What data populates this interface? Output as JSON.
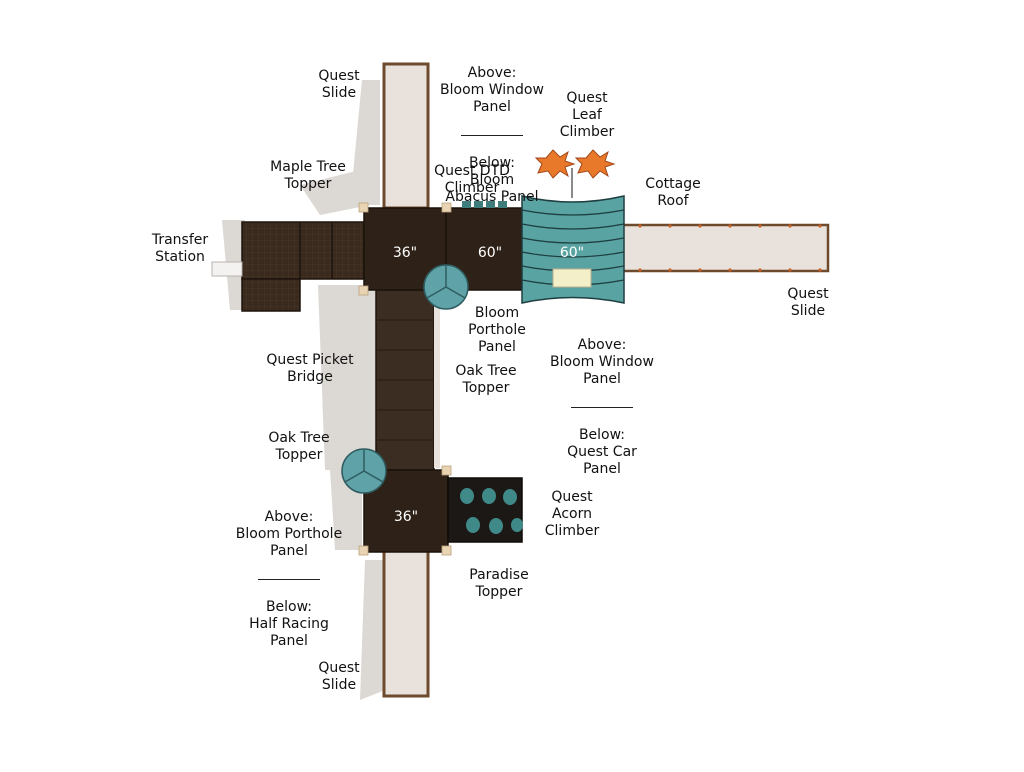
{
  "colors": {
    "deck": "#2e2118",
    "deck_mid": "#3a2a1e",
    "slide": "#e9e2dc",
    "slide_edge": "#6e4a2c",
    "roof": "#5aa3a3",
    "roof_line": "#1e3e40",
    "tree": "#5fa3a8",
    "leaf": "#e8782a",
    "post": "#e8d4b2",
    "shadow": "#d9d6d3",
    "bridge": "#3b2d22"
  },
  "decks": [
    {
      "id": "deck-1",
      "label": "36\""
    },
    {
      "id": "deck-2",
      "label": "60\""
    },
    {
      "id": "deck-3",
      "label": "60\""
    },
    {
      "id": "deck-4",
      "label": "36\""
    }
  ],
  "labels": {
    "quest_slide_top": "Quest\nSlide",
    "bloom_window_top_above": "Above:\nBloom Window\nPanel",
    "bloom_window_top_below": "Below:\nBloom\nAbacus Panel",
    "quest_leaf_climber": "Quest\nLeaf\nClimber",
    "maple_tree_topper": "Maple Tree\nTopper",
    "quest_dtd_climber": "Quest DTD\nClimber",
    "cottage_roof": "Cottage\nRoof",
    "transfer_station": "Transfer\nStation",
    "quest_slide_right": "Quest\nSlide",
    "bloom_porthole_panel": "Bloom\nPorthole\nPanel",
    "bloom_window_mid_above": "Above:\nBloom Window\nPanel",
    "bloom_window_mid_below": "Below:\nQuest Car\nPanel",
    "quest_picket_bridge": "Quest Picket\nBridge",
    "oak_tree_topper_mid": "Oak Tree\nTopper",
    "oak_tree_topper_left": "Oak Tree\nTopper",
    "quest_acorn_climber": "Quest\nAcorn\nClimber",
    "bloom_porthole_bottom_above": "Above:\nBloom Porthole\nPanel",
    "bloom_porthole_bottom_below": "Below:\nHalf Racing\nPanel",
    "paradise_topper": "Paradise\nTopper",
    "quest_slide_bottom": "Quest\nSlide"
  }
}
